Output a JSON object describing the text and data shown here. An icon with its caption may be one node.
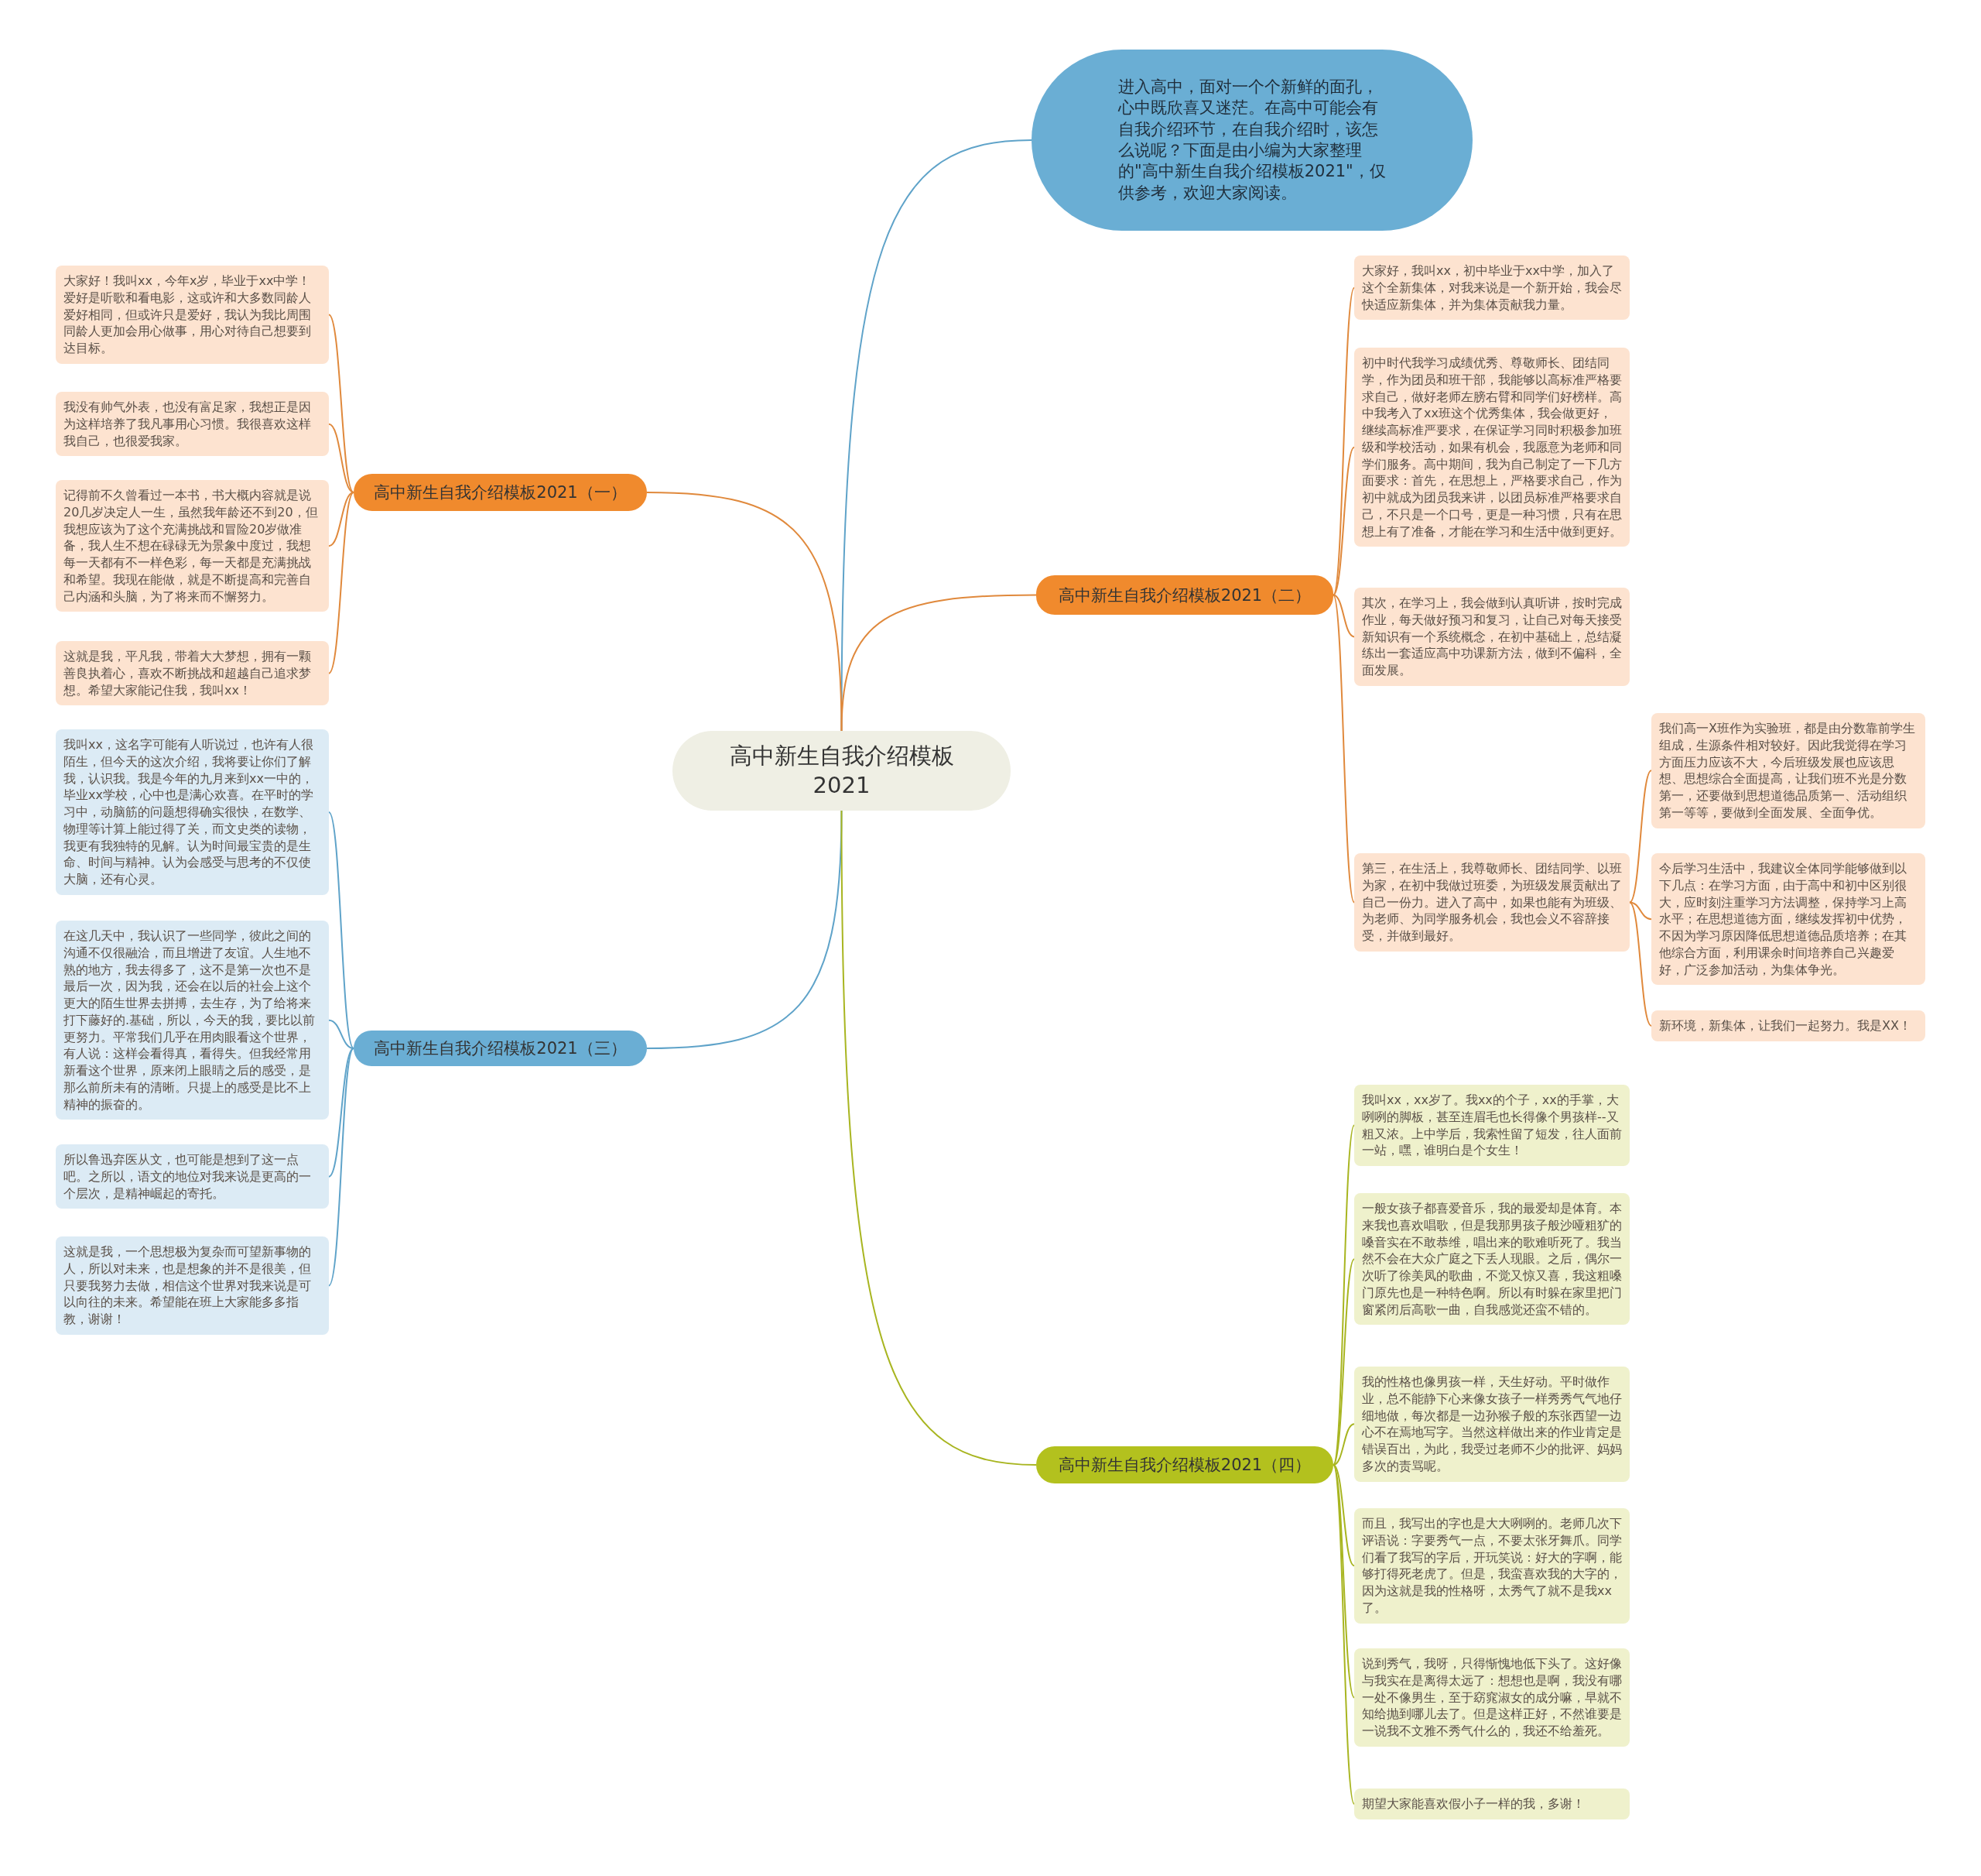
{
  "diagram": {
    "nodes": [
      {
        "text": [
          "高中新生自我介绍模板2021"
        ]
      },
      {
        "text": [
          "进入高中，面对一个个新鲜的面孔，心中既欣喜又迷茫。在高中可能会有自我介绍环节，在自我介绍时，该怎么说呢？下面是由小编为大家整理的\"高中新生自我介绍模板2021\"，仅供参考，欢迎大家阅读。"
        ]
      },
      {
        "text": [
          "高中新生自我介绍模板2021（一）"
        ]
      },
      {
        "text": [
          "大家好！我叫xx，今年x岁，毕业于xx中学！爱好是听歌和看电影，这或许和大多数同龄人爱好相同，但或许只是爱好，我认为我比周围同龄人更加会用心做事，用心对待自己想要到达目标。"
        ]
      },
      {
        "text": [
          "我没有帅气外表，也没有富足家，我想正是因为这样培养了我凡事用心习惯。我很喜欢这样我自己，也很爱我家。"
        ]
      },
      {
        "text": [
          "记得前不久曾看过一本书，书大概内容就是说20几岁决定人一生，虽然我年龄还不到20，但我想应该为了这个充满挑战和冒险20岁做准备，我人生不想在碌碌无为景象中度过，我想每一天都有不一样色彩，每一天都是充满挑战和希望。我现在能做，就是不断提高和完善自己内涵和头脑，为了将来而不懈努力。"
        ]
      },
      {
        "text": [
          "这就是我，平凡我，带着大大梦想，拥有一颗善良执着心，喜欢不断挑战和超越自己追求梦想。希望大家能记住我，我叫xx！"
        ]
      },
      {
        "text": [
          "高中新生自我介绍模板2021（二）"
        ]
      },
      {
        "text": [
          "大家好，我叫xx，初中毕业于xx中学，加入了这个全新集体，对我来说是一个新开始，我会尽快适应新集体，并为集体贡献我力量。"
        ]
      },
      {
        "text": [
          "初中时代我学习成绩优秀、尊敬师长、团结同学，作为团员和班干部，我能够以高标准严格要求自己，做好老师左膀右臂和同学们好榜样。高中我考入了xx班这个优秀集体，我会做更好，继续高标准严要求，在保证学习同时积极参加班级和学校活动，如果有机会，我愿意为老师和同学们服务。高中期间，我为自己制定了一下几方面要求：首先，在思想上，严格要求自己，作为初中就成为团员我来讲，以团员标准严格要求自己，不只是一个口号，更是一种习惯，只有在思想上有了准备，才能在学习和生活中做到更好。"
        ]
      },
      {
        "text": [
          "其次，在学习上，我会做到认真听讲，按时完成作业，每天做好预习和复习，让自己对每天接受新知识有一个系统概念，在初中基础上，总结凝练出一套适应高中功课新方法，做到不偏科，全面发展。"
        ]
      },
      {
        "text": [
          "第三，在生活上，我尊敬师长、团结同学、以班为家，在初中我做过班委，为班级发展贡献出了自己一份力。进入了高中，如果也能有为班级、为老师、为同学服务机会，我也会义不容辞接受，并做到最好。"
        ]
      },
      {
        "text": [
          "我们高一X班作为实验班，都是由分数靠前学生组成，生源条件相对较好。因此我觉得在学习方面压力应该不大，今后班级发展也应该思想、思想综合全面提高，让我们班不光是分数第一，还要做到思想道德品质第一、活动组织第一等等，要做到全面发展、全面争优。"
        ]
      },
      {
        "text": [
          "今后学习生活中，我建议全体同学能够做到以下几点：在学习方面，由于高中和初中区别很大，应时刻注重学习方法调整，保持学习上高水平；在思想道德方面，继续发挥初中优势，不因为学习原因降低思想道德品质培养；在其他综合方面，利用课余时间培养自己兴趣爱好，广泛参加活动，为集体争光。"
        ]
      },
      {
        "text": [
          "新环境，新集体，让我们一起努力。我是XX！"
        ]
      },
      {
        "text": [
          "高中新生自我介绍模板2021（三）"
        ]
      },
      {
        "text": [
          "我叫xx，这名字可能有人听说过，也许有人很陌生，但今天的这次介绍，我将要让你们了解我，认识我。我是今年的九月来到xx一中的，毕业xx学校，心中也是满心欢喜。在平时的学习中，动脑筋的问题想得确实很快，在数学、物理等计算上能过得了关，而文史类的读物，我更有我独特的见解。认为时间最宝贵的是生命、时间与精神。认为会感受与思考的不仅使大脑，还有心灵。"
        ]
      },
      {
        "text": [
          "在这几天中，我认识了一些同学，彼此之间的沟通不仅很融洽，而且增进了友谊。人生地不熟的地方，我去得多了，这不是第一次也不是最后一次，因为我，还会在以后的社会上这个更大的陌生世界去拼搏，去生存，为了给将来打下藤好的.基础，所以，今天的我，要比以前更努力。平常我们几乎在用肉眼看这个世界，有人说：这样会看得真，看得失。但我经常用新看这个世界，原来闭上眼睛之后的感受，是那么前所未有的清晰。只提上的感受是比不上精神的振奋的。"
        ]
      },
      {
        "text": [
          "所以鲁迅弃医从文，也可能是想到了这一点吧。之所以，语文的地位对我来说是更高的一个层次，是精神崛起的寄托。"
        ]
      },
      {
        "text": [
          "这就是我，一个思想极为复杂而可望新事物的人，所以对未来，也是想象的并不是很美，但只要我努力去做，相信这个世界对我来说是可以向往的未来。希望能在班上大家能多多指教，谢谢！"
        ]
      },
      {
        "text": [
          "高中新生自我介绍模板2021（四）"
        ]
      },
      {
        "text": [
          "我叫xx，xx岁了。我xx的个子，xx的手掌，大咧咧的脚板，甚至连眉毛也长得像个男孩样--又粗又浓。上中学后，我索性留了短发，往人面前一站，嘿，谁明白是个女生！"
        ]
      },
      {
        "text": [
          "一般女孩子都喜爱音乐，我的最爱却是体育。本来我也喜欢唱歌，但是我那男孩子般沙哑粗犷的嗓音实在不敢恭维，唱出来的歌难听死了。我当然不会在大众广庭之下丢人现眼。之后，偶尔一次听了徐美凤的歌曲，不觉又惊又喜，我这粗嗓门原先也是一种特色啊。所以有时躲在家里把门窗紧闭后高歌一曲，自我感觉还蛮不错的。"
        ]
      },
      {
        "text": [
          "我的性格也像男孩一样，天生好动。平时做作业，总不能静下心来像女孩子一样秀秀气气地仔细地做，每次都是一边孙猴子般的东张西望一边心不在焉地写字。当然这样做出来的作业肯定是错误百出，为此，我受过老师不少的批评、妈妈多次的责骂呢。"
        ]
      },
      {
        "text": [
          "而且，我写出的字也是大大咧咧的。老师几次下评语说：字要秀气一点，不要太张牙舞爪。同学们看了我写的字后，开玩笑说：好大的字啊，能够打得死老虎了。但是，我蛮喜欢我的大字的，因为这就是我的性格呀，太秀气了就不是我xx了。"
        ]
      },
      {
        "text": [
          "说到秀气，我呀，只得惭愧地低下头了。这好像与我实在是离得太远了：想想也是啊，我没有哪一处不像男生，至于窈窕淑女的成分嘛，早就不知给抛到哪儿去了。但是这样正好，不然谁要是一说我不文雅不秀气什么的，我还不给羞死。"
        ]
      },
      {
        "text": [
          "期望大家能喜欢假小子一样的我，多谢！"
        ]
      }
    ],
    "edges": [
      {
        "from": 0,
        "to": 1,
        "arrow": "none",
        "color": "#5fa3c9"
      },
      {
        "from": 0,
        "to": 2,
        "arrow": "none"
      },
      {
        "from": 0,
        "to": 7,
        "arrow": "none"
      },
      {
        "from": 0,
        "to": 15,
        "arrow": "none",
        "color": "#5fa3c9"
      },
      {
        "from": 0,
        "to": 20,
        "arrow": "none",
        "color": "#a8b520"
      },
      {
        "from": 2,
        "to": 3,
        "arrow": "none"
      },
      {
        "from": 2,
        "to": 4,
        "arrow": "none"
      },
      {
        "from": 2,
        "to": 5,
        "arrow": "none"
      },
      {
        "from": 2,
        "to": 6,
        "arrow": "none"
      },
      {
        "from": 7,
        "to": 8,
        "arrow": "none"
      },
      {
        "from": 7,
        "to": 9,
        "arrow": "none"
      },
      {
        "from": 7,
        "to": 10,
        "arrow": "none"
      },
      {
        "from": 7,
        "to": 11,
        "arrow": "none"
      },
      {
        "from": 11,
        "to": 12,
        "arrow": "none"
      },
      {
        "from": 11,
        "to": 13,
        "arrow": "none"
      },
      {
        "from": 11,
        "to": 14,
        "arrow": "none"
      },
      {
        "from": 15,
        "to": 16,
        "arrow": "none",
        "color": "#5fa3c9"
      },
      {
        "from": 15,
        "to": 17,
        "arrow": "none",
        "color": "#5fa3c9"
      },
      {
        "from": 15,
        "to": 18,
        "arrow": "none",
        "color": "#5fa3c9"
      },
      {
        "from": 15,
        "to": 19,
        "arrow": "none",
        "color": "#5fa3c9"
      },
      {
        "from": 20,
        "to": 21,
        "arrow": "none",
        "color": "#a8b520"
      },
      {
        "from": 20,
        "to": 22,
        "arrow": "none",
        "color": "#a8b520"
      },
      {
        "from": 20,
        "to": 23,
        "arrow": "none",
        "color": "#a8b520"
      },
      {
        "from": 20,
        "to": 24,
        "arrow": "none",
        "color": "#a8b520"
      },
      {
        "from": 20,
        "to": 25,
        "arrow": "none",
        "color": "#a8b520"
      },
      {
        "from": 20,
        "to": 26,
        "arrow": "none",
        "color": "#a8b520"
      }
    ]
  }
}
